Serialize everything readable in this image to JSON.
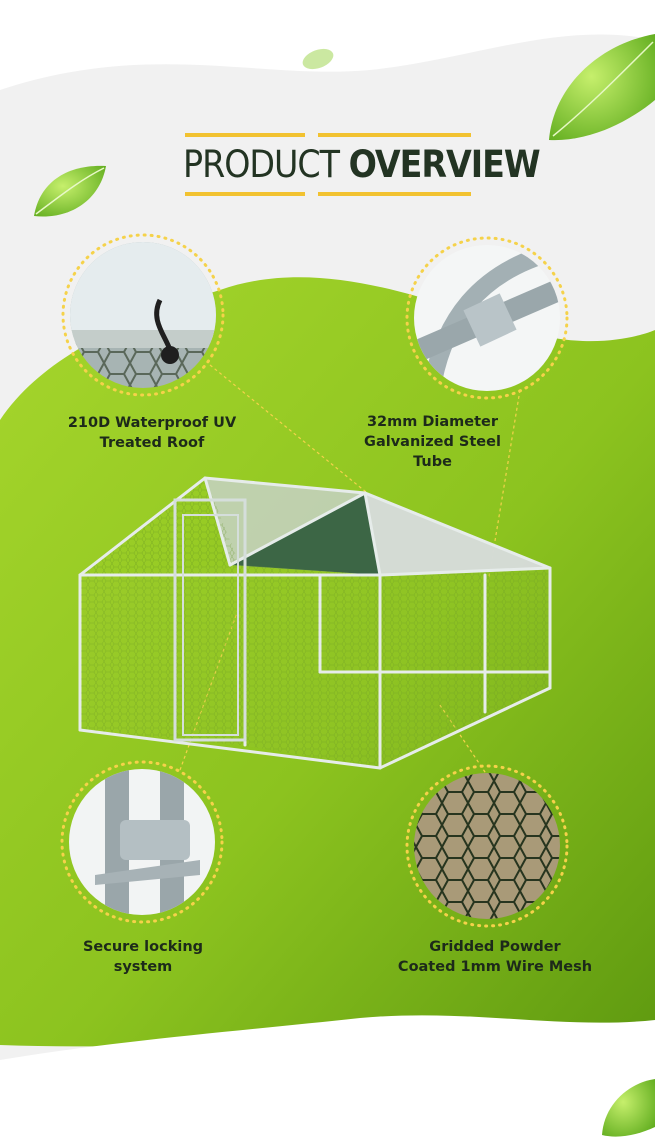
{
  "header": {
    "title_part1": "PRODUCT",
    "title_part2": "OVERVIEW"
  },
  "colors": {
    "accent_yellow": "#f2c230",
    "title_dark_green": "#233423",
    "blob_green_light": "#a2d12a",
    "blob_green_dark": "#6aa413",
    "background": "#f1f1f1"
  },
  "callouts": {
    "roof": "210D Waterproof UV\nTreated Roof",
    "tube": "32mm Diameter\nGalvanized Steel\nTube",
    "lock": "Secure locking\nsystem",
    "mesh": "Gridded Powder\nCoated 1mm Wire Mesh"
  },
  "icons": [
    "leaf-icon"
  ]
}
